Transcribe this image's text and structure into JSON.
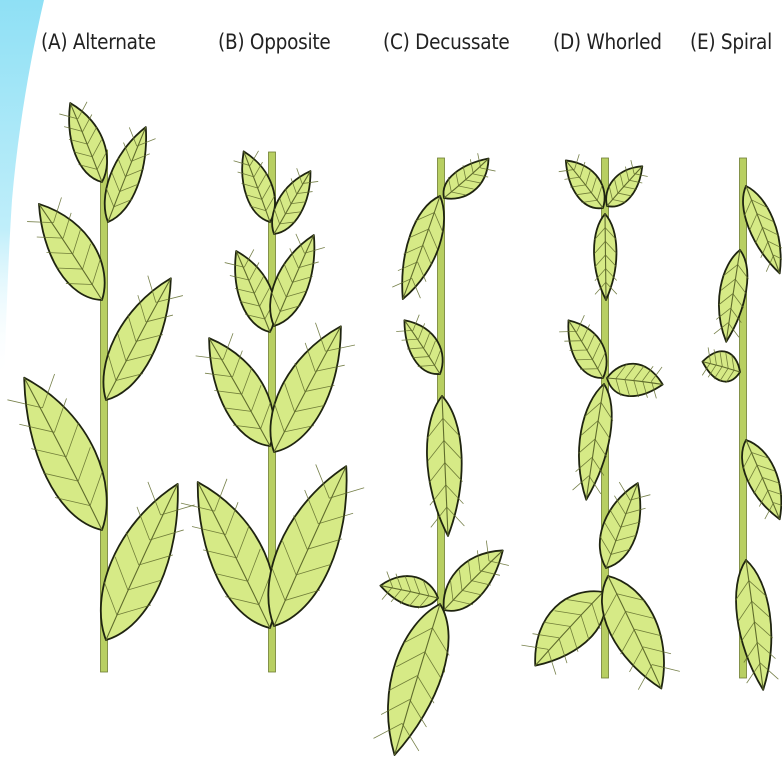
{
  "figure": {
    "labels": [
      "(A) Alternate",
      "(B) Opposite",
      "(C) Decussate",
      "(D) Whorled",
      "(E) Spiral"
    ]
  },
  "colors": {
    "leaf_fill": "#d6ea86",
    "leaf_vein": "#5f6b2c",
    "leaf_outline": "#1f2410",
    "stem": "#b8cf62",
    "stem_edge": "#6e7d32",
    "left_accent": "#7fd6f0"
  }
}
